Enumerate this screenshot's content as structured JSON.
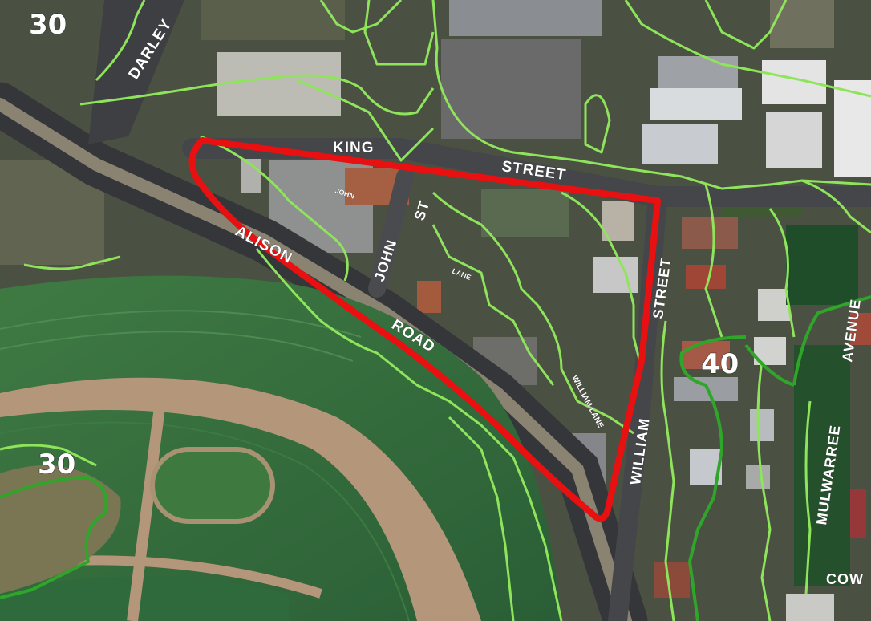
{
  "labels": {
    "darley": "DARLEY",
    "king": "KING",
    "street_top": "STREET",
    "alison": "ALISON",
    "road": "ROAD",
    "john_st_1": "JOHN",
    "john_st_2": "ST",
    "john_small": "JOHN",
    "lane": "LANE",
    "street_right": "STREET",
    "william": "WILLIAM",
    "william_lane": "WILLIAM LANE",
    "avenue": "AVENUE",
    "mulwarree": "MULWARREE",
    "cow": "COW"
  },
  "contours": {
    "tl": "30",
    "bl": "30",
    "right": "40"
  },
  "colors": {
    "boundary": "#e81010",
    "contour_minor": "#8ee45a",
    "contour_major": "#2fa52a",
    "turf": "#2c6e3c",
    "sand_track": "#b4977a"
  }
}
